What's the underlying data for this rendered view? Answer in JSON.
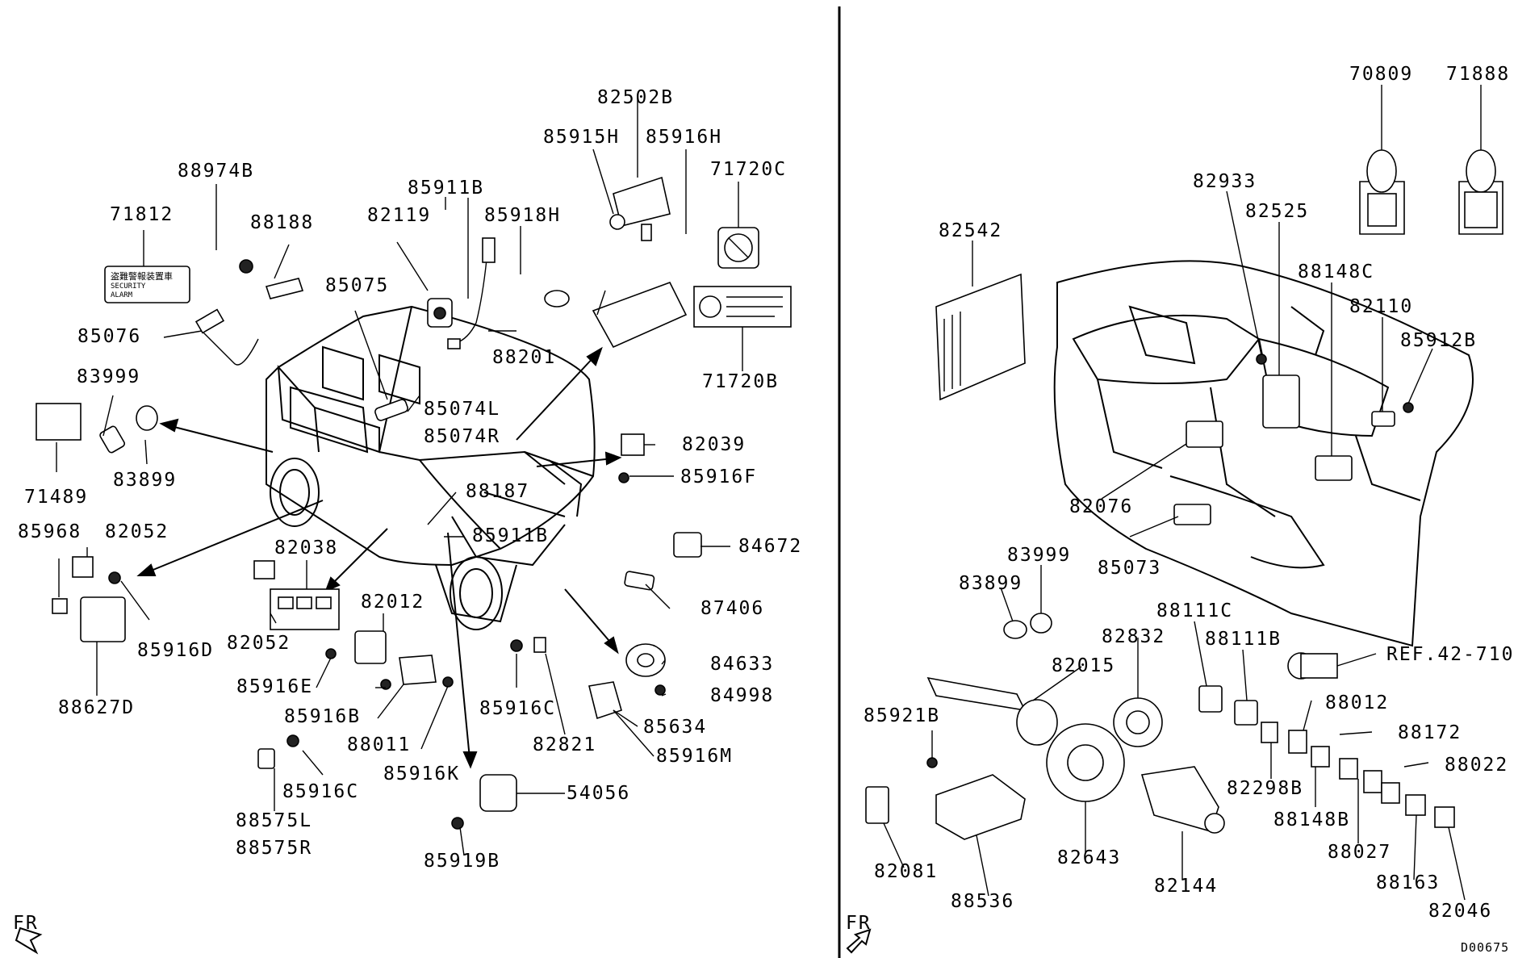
{
  "left_labels": {
    "p82502B": "82502B",
    "p85915H": "85915H",
    "p85916H": "85916H",
    "p71720C": "71720C",
    "p88974B": "88974B",
    "p85911B_top": "85911B",
    "p82119": "82119",
    "p85918H": "85918H",
    "p71812": "71812",
    "p88188": "88188",
    "p85075": "85075",
    "p85076": "85076",
    "p88201": "88201",
    "p71720B": "71720B",
    "p83999": "83999",
    "p85074L": "85074L",
    "p85074R": "85074R",
    "p82039": "82039",
    "p83899": "83899",
    "p85916F": "85916F",
    "p71489": "71489",
    "p88187": "88187",
    "p85968": "85968",
    "p82052_top": "82052",
    "p85911B_mid": "85911B",
    "p82038": "82038",
    "p84672": "84672",
    "p87406": "87406",
    "p82012": "82012",
    "p85916D": "85916D",
    "p82052_bottom": "82052",
    "p84633": "84633",
    "p85916E": "85916E",
    "p84998": "84998",
    "p88627D": "88627D",
    "p85916B": "85916B",
    "p85916C_right": "85916C",
    "p85634": "85634",
    "p88011": "88011",
    "p82821": "82821",
    "p85916M": "85916M",
    "p85916K": "85916K",
    "p85916C_left": "85916C",
    "p54056": "54056",
    "p88575L": "88575L",
    "p88575R": "88575R",
    "p85919B": "85919B"
  },
  "right_labels": {
    "p70809": "70809",
    "p71888": "71888",
    "p82933": "82933",
    "p82525": "82525",
    "p82542": "82542",
    "p88148C": "88148C",
    "p82110": "82110",
    "p85912B": "85912B",
    "p82076": "82076",
    "p85073": "85073",
    "p83999": "83999",
    "p83899": "83899",
    "p88111C": "88111C",
    "p82832": "82832",
    "p88111B": "88111B",
    "p82015": "82015",
    "p REF": "REF.42-710",
    "p88012": "88012",
    "p85921B": "85921B",
    "p88172": "88172",
    "p88022": "88022",
    "p82298B": "82298B",
    "p88148B": "88148B",
    "p88027": "88027",
    "p82643": "82643",
    "p82081": "82081",
    "p82144": "82144",
    "p88163": "88163",
    "p88536": "88536",
    "p82046": "82046"
  },
  "footer": {
    "fr_left": "FR",
    "fr_right": "FR",
    "diagram_code": "D00675"
  },
  "stickers": {
    "security_line1": "盗難警報装置車",
    "security_line2": "SECURITY",
    "security_line3": "ALARM"
  }
}
